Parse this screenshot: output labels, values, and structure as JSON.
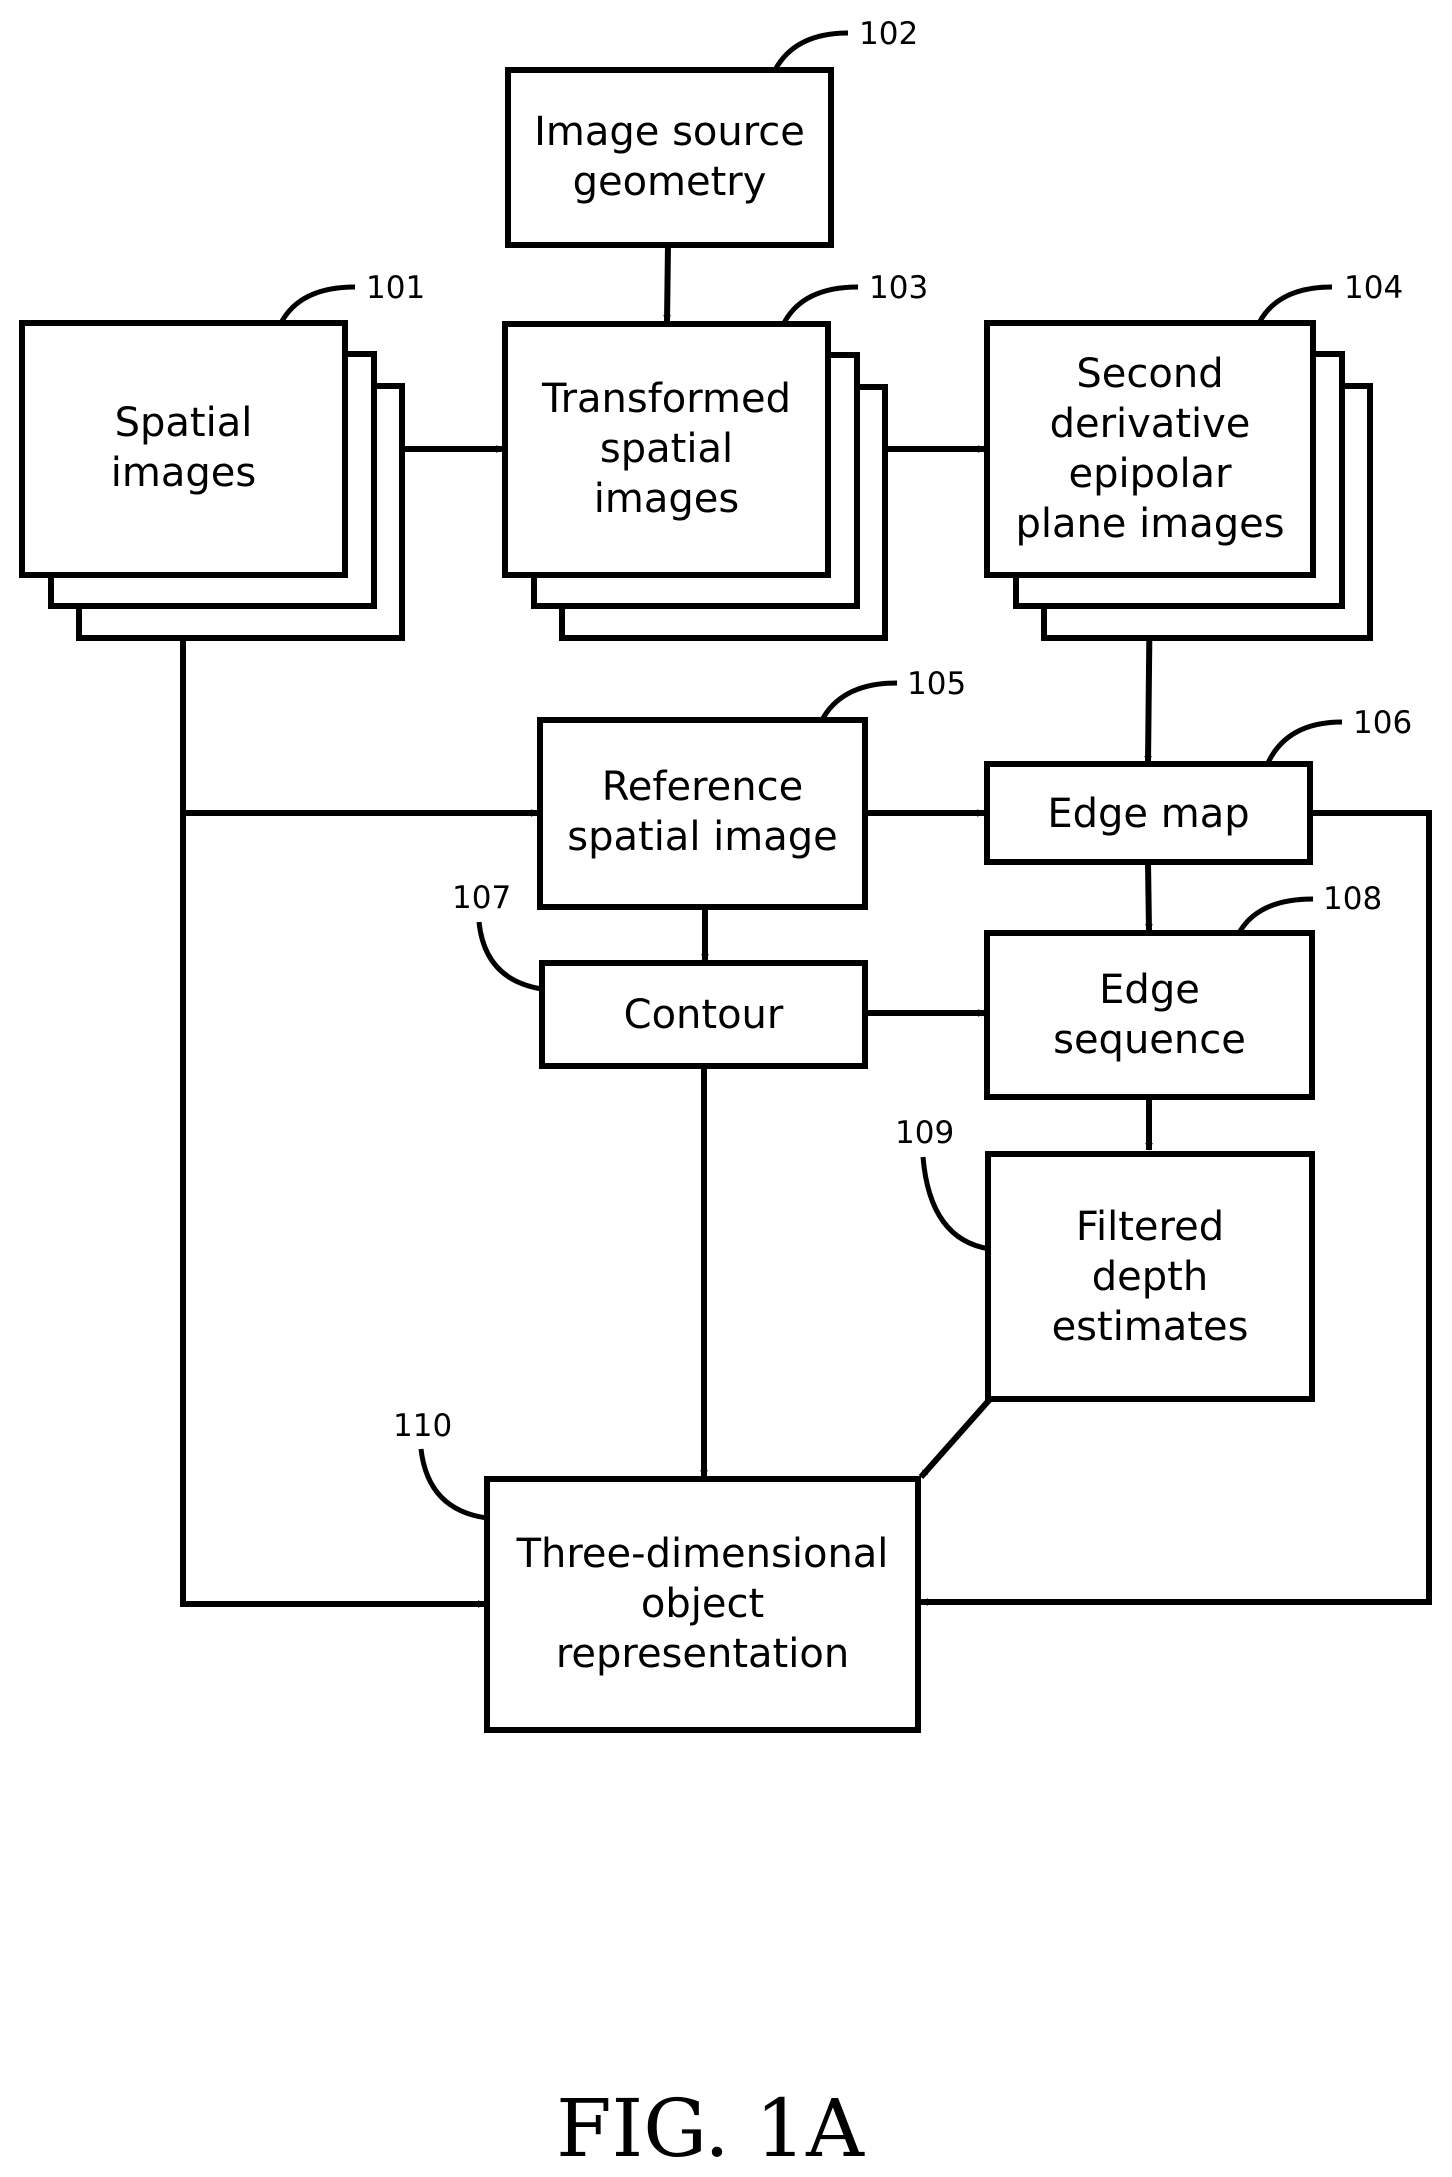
{
  "figure_label": "FIG. 1A",
  "colors": {
    "ink": "#000000",
    "background": "#ffffff"
  },
  "nodes": {
    "n101": {
      "ref": "101",
      "lines": [
        "Spatial",
        "images"
      ],
      "stacked": true
    },
    "n102": {
      "ref": "102",
      "lines": [
        "Image source",
        "geometry"
      ],
      "stacked": false
    },
    "n103": {
      "ref": "103",
      "lines": [
        "Transformed",
        "spatial",
        "images"
      ],
      "stacked": true
    },
    "n104": {
      "ref": "104",
      "lines": [
        "Second",
        "derivative",
        "epipolar",
        "plane images"
      ],
      "stacked": true
    },
    "n105": {
      "ref": "105",
      "lines": [
        "Reference",
        "spatial image"
      ],
      "stacked": false
    },
    "n106": {
      "ref": "106",
      "lines": [
        "Edge map"
      ],
      "stacked": false
    },
    "n107": {
      "ref": "107",
      "lines": [
        "Contour"
      ],
      "stacked": false
    },
    "n108": {
      "ref": "108",
      "lines": [
        "Edge",
        "sequence"
      ],
      "stacked": false
    },
    "n109": {
      "ref": "109",
      "lines": [
        "Filtered",
        "depth",
        "estimates"
      ],
      "stacked": false
    },
    "n110": {
      "ref": "110",
      "lines": [
        "Three-dimensional",
        "object",
        "representation"
      ],
      "stacked": false
    }
  },
  "edges": [
    {
      "from": "102",
      "to": "103"
    },
    {
      "from": "101",
      "to": "103"
    },
    {
      "from": "103",
      "to": "104"
    },
    {
      "from": "104",
      "to": "106"
    },
    {
      "from": "101",
      "to": "105"
    },
    {
      "from": "105",
      "to": "106"
    },
    {
      "from": "105",
      "to": "107"
    },
    {
      "from": "106",
      "to": "108"
    },
    {
      "from": "107",
      "to": "108"
    },
    {
      "from": "108",
      "to": "109"
    },
    {
      "from": "101",
      "to": "110"
    },
    {
      "from": "107",
      "to": "110"
    },
    {
      "from": "109",
      "to": "110"
    },
    {
      "from": "106",
      "to": "110"
    }
  ]
}
